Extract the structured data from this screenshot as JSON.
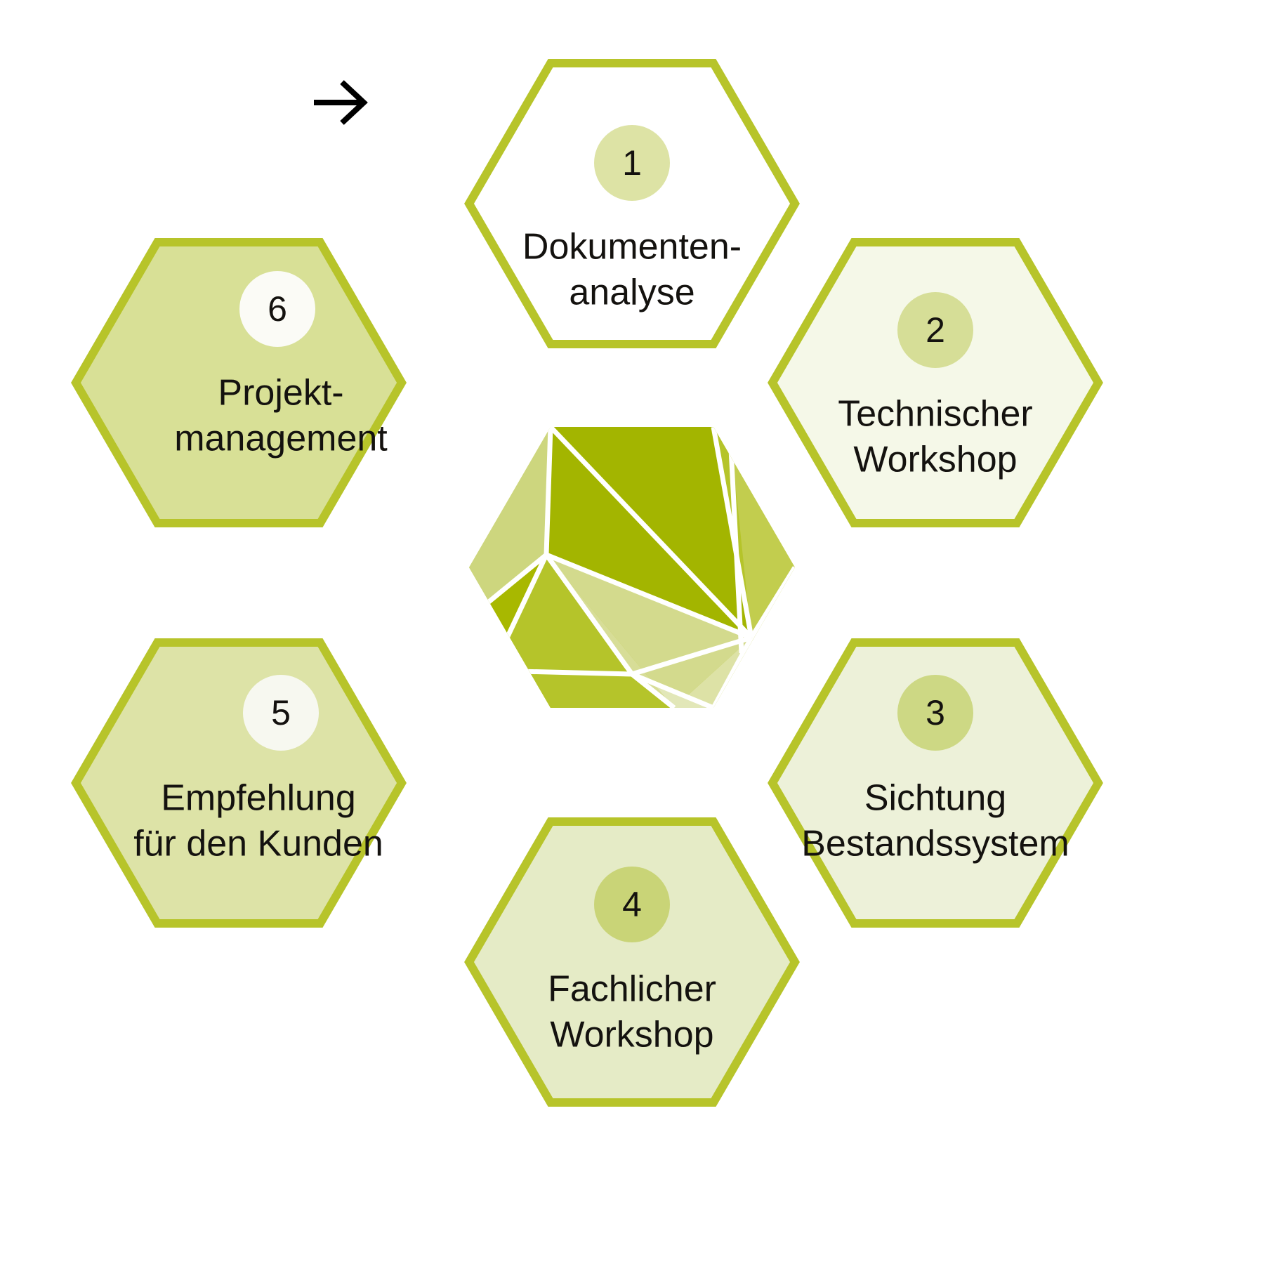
{
  "diagram": {
    "title_visible": false,
    "arrow": {
      "name": "entry-arrow",
      "direction": "right"
    },
    "colors": {
      "stroke": "#b7c42a",
      "background": "#ffffff",
      "text": "#14120f",
      "mosaic_dark": "#a8b800",
      "mosaic_mid": "#b5c42a",
      "mosaic_light": "#c7d164",
      "mosaic_pale": "#d9df9d",
      "mosaic_palest": "#e3e8bb"
    },
    "hexagons": [
      {
        "number": "1",
        "label_lines": [
          "Dokumenten-",
          "analyse"
        ],
        "fill": "#ffffff",
        "badge_fill": "#dde3a5",
        "position": "top"
      },
      {
        "number": "2",
        "label_lines": [
          "Technischer",
          "Workshop"
        ],
        "fill": "#f5f8e8",
        "badge_fill": "#d6de97",
        "position": "upper-right"
      },
      {
        "number": "3",
        "label_lines": [
          "Sichtung",
          "Bestandssystem"
        ],
        "fill": "#edf1d9",
        "badge_fill": "#cdd884",
        "position": "lower-right"
      },
      {
        "number": "4",
        "label_lines": [
          "Fachlicher",
          "Workshop"
        ],
        "fill": "#e5ebc6",
        "badge_fill": "#c9d477",
        "position": "bottom"
      },
      {
        "number": "5",
        "label_lines": [
          "Empfehlung",
          "für den Kunden"
        ],
        "fill": "#dde3a7",
        "badge_fill": "#f7f8f0",
        "position": "lower-left"
      },
      {
        "number": "6",
        "label_lines": [
          "Projekt-",
          "management"
        ],
        "fill": "#d8e096",
        "badge_fill": "#fbfbf6",
        "position": "upper-left"
      }
    ],
    "center": {
      "name": "mosaic-hexagon",
      "description": "low-poly triangle mosaic"
    }
  }
}
